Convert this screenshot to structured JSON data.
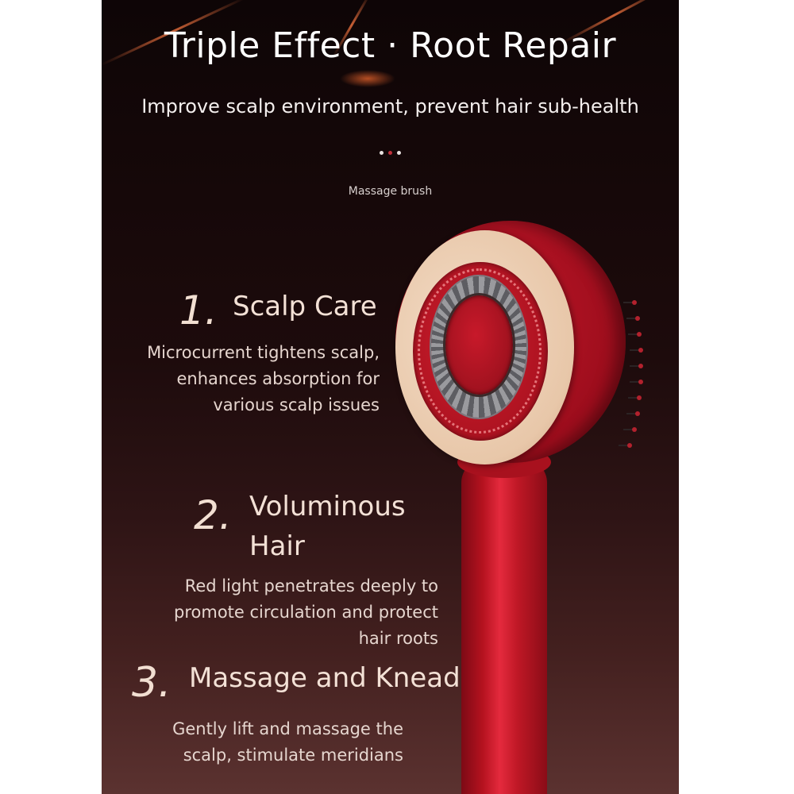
{
  "header": {
    "title": "Triple Effect · Root Repair",
    "subtitle": "Improve scalp environment, prevent hair sub-health",
    "carousel_dots": [
      {
        "state": "inactive"
      },
      {
        "state": "active"
      },
      {
        "state": "inactive"
      }
    ],
    "caption": "Massage brush"
  },
  "product": {
    "name": "massage-brush",
    "colors": {
      "body": "#b5121f",
      "face": "#e8c7a9",
      "metal_ring": "#8a8a90",
      "background_top": "#0e0506",
      "background_bottom": "#5b3230",
      "accent_dot": "#c0303a"
    }
  },
  "features": [
    {
      "number": "1.",
      "title": "Scalp Care",
      "description_lines": [
        "Microcurrent tightens scalp,",
        "enhances absorption for",
        "various scalp issues"
      ]
    },
    {
      "number": "2.",
      "title_lines": [
        "Voluminous",
        "Hair"
      ],
      "description_lines": [
        "Red light penetrates deeply to",
        "promote circulation and protect",
        "hair roots"
      ]
    },
    {
      "number": "3.",
      "title": "Massage and Knead",
      "description_lines": [
        "Gently lift and massage the",
        "scalp, stimulate meridians"
      ]
    }
  ]
}
